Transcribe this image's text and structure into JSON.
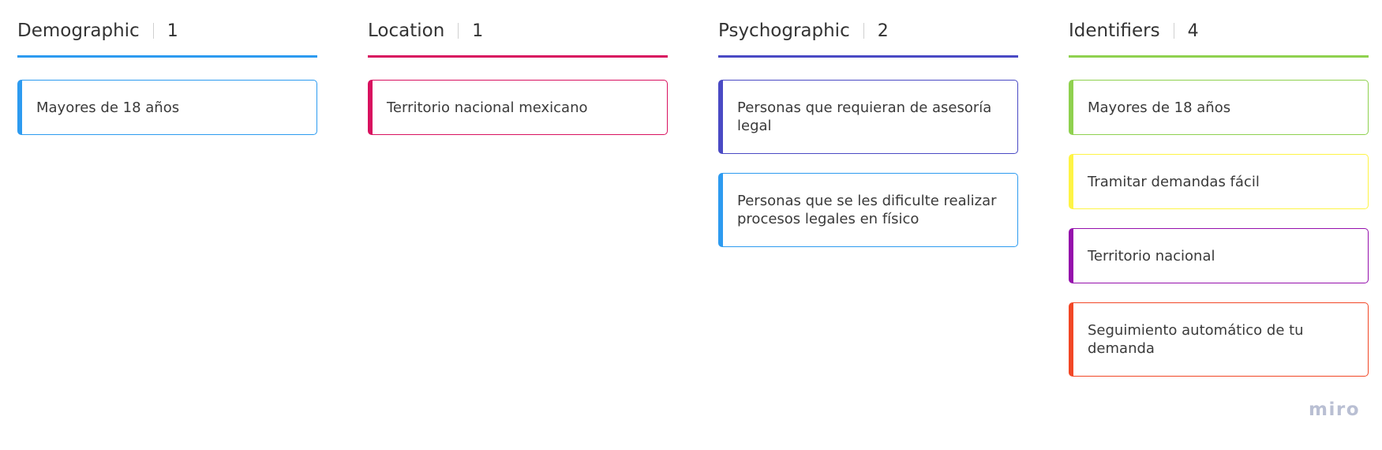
{
  "columns": [
    {
      "title": "Demographic",
      "count": "1",
      "color": "#2d9bf0",
      "cards": [
        {
          "text": "Mayores de 18 años",
          "color": "#2d9bf0"
        }
      ]
    },
    {
      "title": "Location",
      "count": "1",
      "color": "#d8115f",
      "cards": [
        {
          "text": "Territorio nacional mexicano",
          "color": "#d8115f"
        }
      ]
    },
    {
      "title": "Psychographic",
      "count": "2",
      "color": "#4a4ac4",
      "cards": [
        {
          "text": "Personas que requieran de asesoría legal",
          "color": "#4a4ac4"
        },
        {
          "text": "Personas que se les dificulte realizar procesos legales en físico",
          "color": "#2d9bf0"
        }
      ]
    },
    {
      "title": "Identifiers",
      "count": "4",
      "color": "#8fd14f",
      "cards": [
        {
          "text": "Mayores de 18 años",
          "color": "#8fd14f"
        },
        {
          "text": "Tramitar demandas fácil",
          "color": "#fef445"
        },
        {
          "text": "Territorio nacional",
          "color": "#9510ac"
        },
        {
          "text": "Seguimiento automático de tu demanda",
          "color": "#f24726"
        }
      ]
    }
  ],
  "branding": {
    "logo_text": "miro",
    "logo_icon": "miro-logo"
  }
}
